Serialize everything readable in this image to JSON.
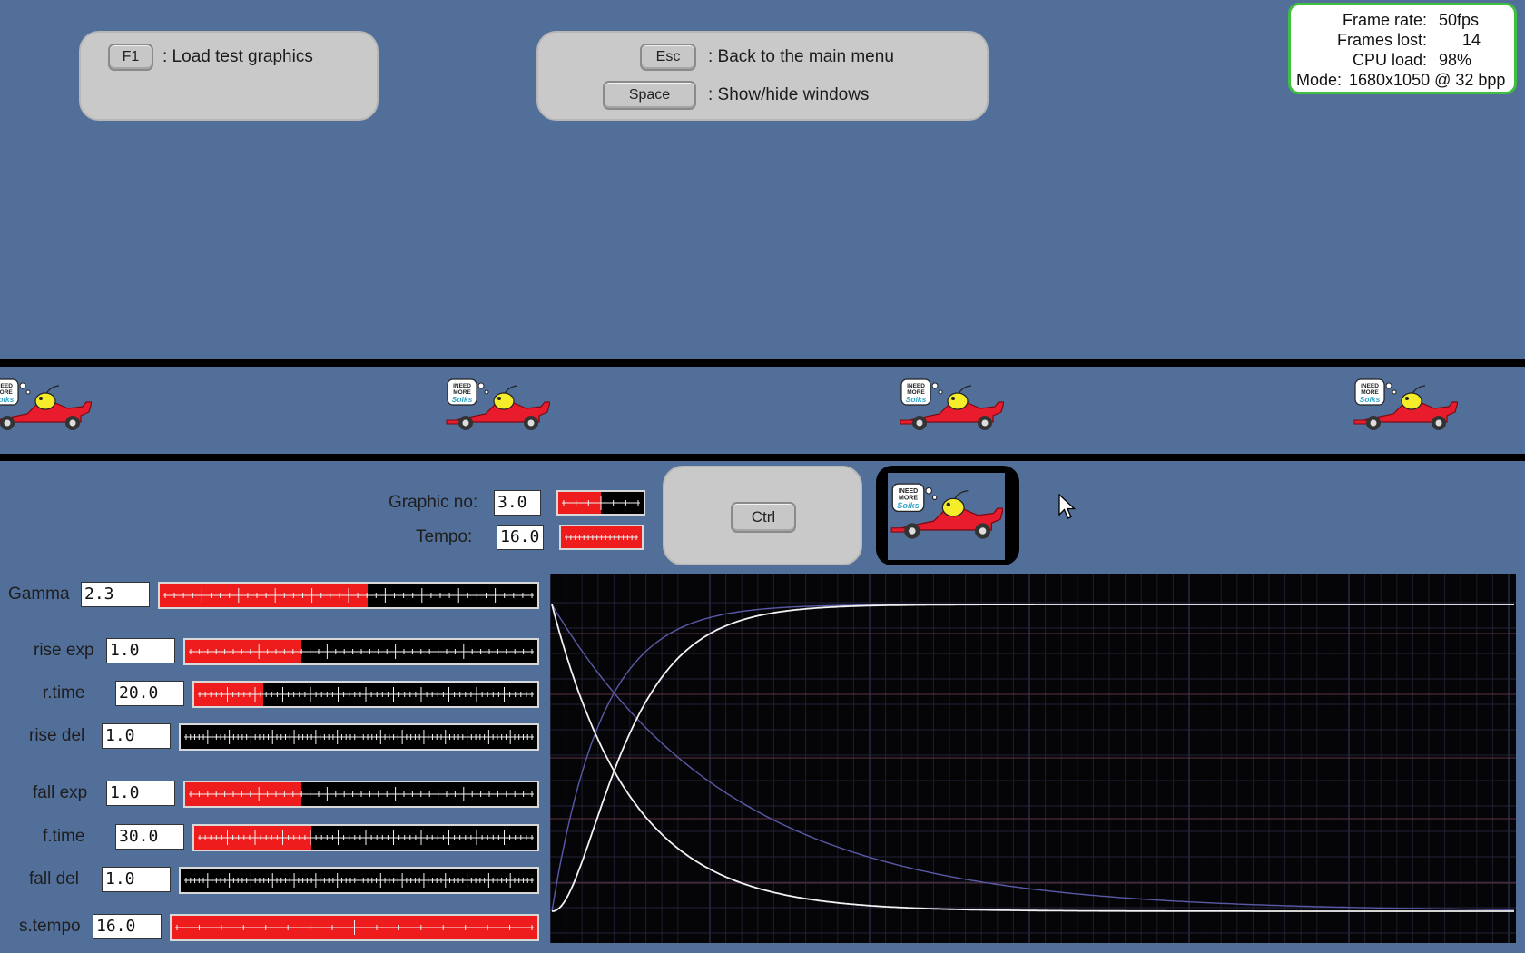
{
  "help_left": {
    "key": "F1",
    "text": ": Load test graphics"
  },
  "help_mid": {
    "esc_key": "Esc",
    "esc_text": ": Back to the main menu",
    "space_key": "Space",
    "space_text": ": Show/hide windows"
  },
  "stats": {
    "frame_rate_label": "Frame rate:",
    "frame_rate_value": "50fps",
    "frames_lost_label": "Frames lost:",
    "frames_lost_value": "14",
    "cpu_label": "CPU load:",
    "cpu_value": "98%",
    "mode_label": "Mode:",
    "mode_value": "1680x1050 @ 32 bpp"
  },
  "car_bubble": {
    "line1": "INEED",
    "line2": "MORE",
    "line3": "Soiks"
  },
  "top_controls": {
    "graphic_no": {
      "label": "Graphic no:",
      "value": "3.0",
      "fraction": 0.5
    },
    "tempo": {
      "label": "Tempo:",
      "value": "16.0",
      "fraction": 1.0
    }
  },
  "ctrl_key": "Ctrl",
  "params": [
    {
      "label": "Gamma",
      "value": "2.3",
      "fraction": 0.55
    },
    {
      "label": "rise exp",
      "value": "1.0",
      "fraction": 0.33
    },
    {
      "label": "r.time",
      "value": "20.0",
      "fraction": 0.2
    },
    {
      "label": "rise del",
      "value": "1.0",
      "fraction": 0.0
    },
    {
      "label": "fall exp",
      "value": "1.0",
      "fraction": 0.33
    },
    {
      "label": "f.time",
      "value": "30.0",
      "fraction": 0.34
    },
    {
      "label": "fall del",
      "value": "1.0",
      "fraction": 0.0
    },
    {
      "label": "s.tempo",
      "value": "16.0",
      "fraction": 1.0
    }
  ],
  "colors": {
    "background": "#526f99",
    "slider_fill": "#ee1c1c",
    "stats_border": "#3fbf3f"
  }
}
